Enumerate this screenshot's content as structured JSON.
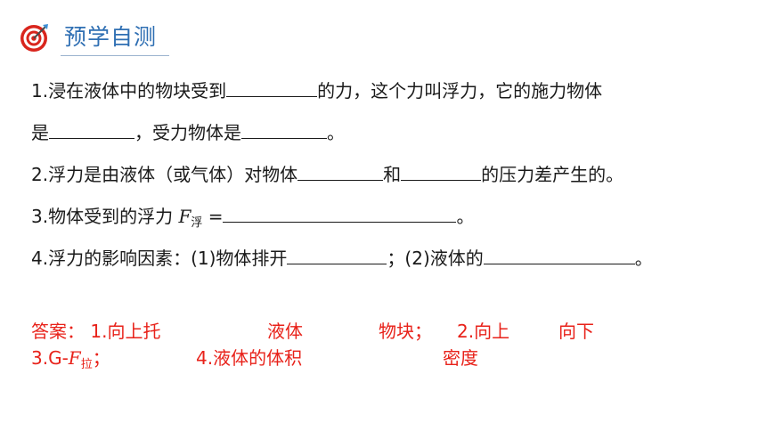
{
  "header": {
    "title": "预学自测",
    "icon": "target-icon"
  },
  "questions": {
    "q1": {
      "a": "1.浸在液体中的物块受到",
      "b": "的力，这个力叫浮力，它的施力物体",
      "c": "是",
      "d": "，受力物体是",
      "e": "。"
    },
    "q2": {
      "a": "2.浮力是由液体（或气体）对物体",
      "b": "和",
      "c": "的压力差产生的。"
    },
    "q3": {
      "a": "3.物体受到的浮力 ",
      "var": "F",
      "sub": "浮",
      "b": " =",
      "c": "。"
    },
    "q4": {
      "a": "4.浮力的影响因素：(1)物体排开",
      "b": "；(2)液体的",
      "c": "。"
    }
  },
  "answers": {
    "line1": {
      "a": "答案： 1.向上托",
      "b": "液体",
      "c": "物块；",
      "d": "2.向上",
      "e": "向下"
    },
    "line2": {
      "a": "3.G-",
      "var": "F",
      "sub": "拉",
      "b": "；",
      "c": "4.液体的体积",
      "d": "密度"
    }
  },
  "colors": {
    "header": "#2f6fb3",
    "answer": "#e8221a",
    "icon_ring": "#d9251d"
  }
}
